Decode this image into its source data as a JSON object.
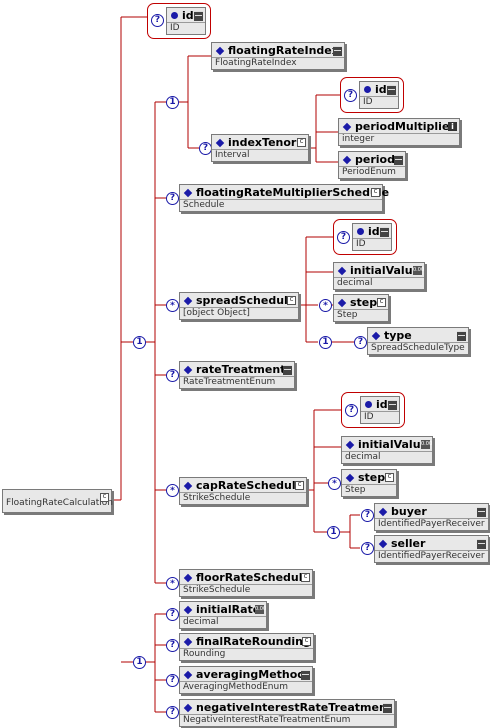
{
  "root": {
    "type": "FloatingRateCalculation"
  },
  "id_attr": {
    "name": "id",
    "type": "ID"
  },
  "choice1": {
    "floatingRateIndex": {
      "name": "floatingRateIndex",
      "type": "FloatingRateIndex"
    },
    "indexTenor": {
      "name": "indexTenor",
      "type": "Interval",
      "id": {
        "name": "id",
        "type": "ID"
      },
      "periodMultiplier": {
        "name": "periodMultiplier",
        "type": "integer"
      },
      "period": {
        "name": "period",
        "type": "PeriodEnum"
      }
    }
  },
  "floatingRateMultiplierSchedule": {
    "name": "floatingRateMultiplierSchedule",
    "type": "Schedule"
  },
  "spreadSchedule": {
    "name": "spreadSchedule",
    "type": {
      "name": "type",
      "type": "SpreadScheduleType"
    },
    "id": {
      "name": "id",
      "type": "ID"
    },
    "initialValue": {
      "name": "initialValue",
      "type": "decimal"
    },
    "step": {
      "name": "step",
      "type": "Step"
    }
  },
  "rateTreatment": {
    "name": "rateTreatment",
    "type": "RateTreatmentEnum"
  },
  "capRateSchedule": {
    "name": "capRateSchedule",
    "type": "StrikeSchedule",
    "id": {
      "name": "id",
      "type": "ID"
    },
    "initialValue": {
      "name": "initialValue",
      "type": "decimal"
    },
    "step": {
      "name": "step",
      "type": "Step"
    },
    "buyer": {
      "name": "buyer",
      "type": "IdentifiedPayerReceiver"
    },
    "seller": {
      "name": "seller",
      "type": "IdentifiedPayerReceiver"
    }
  },
  "floorRateSchedule": {
    "name": "floorRateSchedule",
    "type": "StrikeSchedule"
  },
  "initialRate": {
    "name": "initialRate",
    "type": "decimal"
  },
  "finalRateRounding": {
    "name": "finalRateRounding",
    "type": "Rounding"
  },
  "averagingMethod": {
    "name": "averagingMethod",
    "type": "AveragingMethodEnum"
  },
  "negativeInterestRateTreatment": {
    "name": "negativeInterestRateTreatment",
    "type": "NegativeInterestRateTreatmentEnum"
  },
  "colors": {
    "wire": "#b00000",
    "node_bg": "#e8e8e8",
    "icon": "#1a1aa8",
    "attr_border": "#c00000"
  }
}
